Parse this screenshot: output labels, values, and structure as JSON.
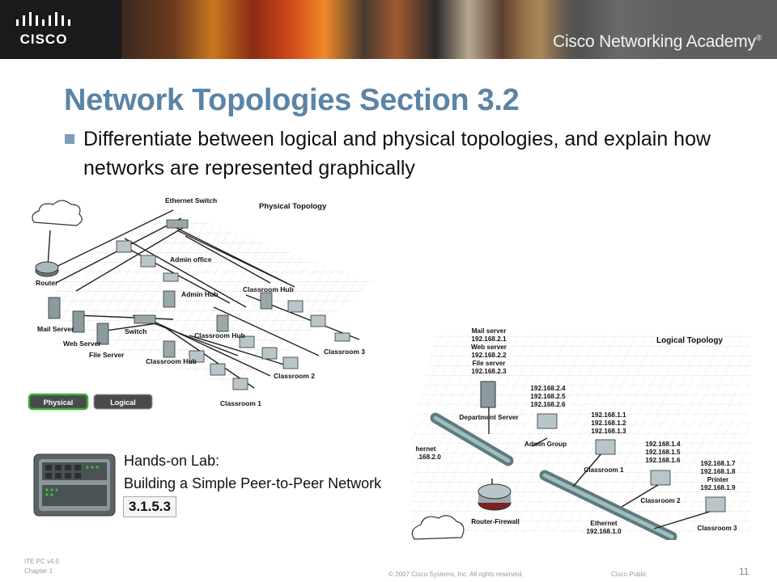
{
  "header": {
    "brand": "CISCO",
    "academy": "Cisco Networking Academy",
    "trademark": "®"
  },
  "slide": {
    "title": "Network Topologies Section 3.2",
    "bullet": "Differentiate between logical and physical topologies, and explain how networks are represented graphically"
  },
  "physical_diagram": {
    "heading": "Physical Topology",
    "labels": {
      "switch_top": "Ethernet Switch",
      "admin_office": "Admin office",
      "admin_hub": "Admin Hub",
      "router": "Router",
      "mail_server": "Mail Server",
      "web_server": "Web Server",
      "file_server": "File Server",
      "switch": "Switch",
      "classroom_hub_a": "Classroom Hub",
      "classroom_hub_b": "Classroom Hub",
      "classroom_hub_c": "Classroom Hub",
      "classroom_3": "Classroom 3",
      "classroom_2": "Classroom 2",
      "classroom_1": "Classroom 1"
    },
    "tabs": {
      "physical": "Physical",
      "logical": "Logical"
    }
  },
  "logical_diagram": {
    "heading": "Logical Topology",
    "servers_block": [
      "Mail server",
      "192.168.2.1",
      "Web server",
      "192.168.2.2",
      "File server",
      "192.168.2.3"
    ],
    "department_server": "Department Server",
    "admin_ips": [
      "192.168.2.4",
      "192.168.2.5",
      "192.168.2.6"
    ],
    "admin_group": "Admin Group",
    "class1_ips": [
      "192.168.1.1",
      "192.168.1.2",
      "192.168.1.3"
    ],
    "classroom_1": "Classroom 1",
    "class2_ips": [
      "192.168.1.4",
      "192.168.1.5",
      "192.168.1.6"
    ],
    "classroom_2": "Classroom 2",
    "class3_ips": [
      "192.168.1.7",
      "192.168.1.8",
      "Printer",
      "192.168.1.9"
    ],
    "classroom_3": "Classroom 3",
    "router": "Router-Firewall",
    "eth1_label": "Ethernet",
    "eth1_ip": "192.168.1.0",
    "eth2_label": "hernet",
    "eth2_ip": ".168.2.0"
  },
  "lab": {
    "title": "Hands-on Lab:",
    "subtitle": "Building a Simple Peer-to-Peer Network",
    "number": "3.1.5.3"
  },
  "footer": {
    "course": "ITE PC v4.0",
    "chapter": "Chapter 1",
    "copyright": "© 2007 Cisco Systems, Inc. All rights reserved.",
    "classification": "Cisco Public",
    "page": "11"
  }
}
